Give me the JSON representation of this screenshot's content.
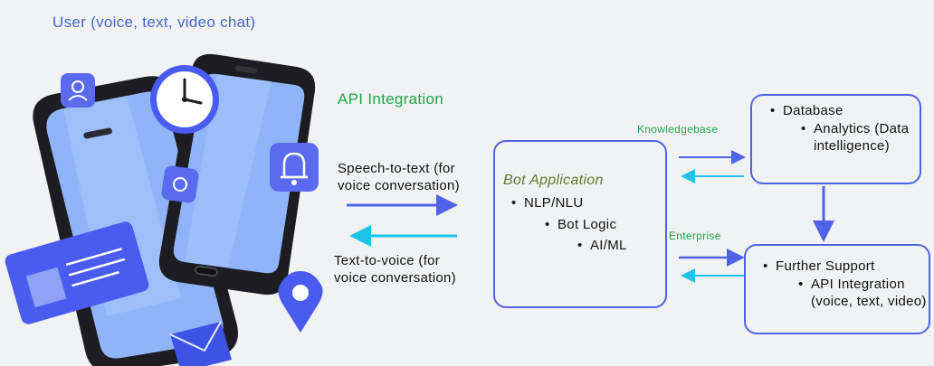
{
  "user_label": "User (voice, text, video chat)",
  "api_integration_title": "API Integration",
  "speech_to_text": "Speech-to-text (for voice conversation)",
  "text_to_voice": "Text-to-voice (for voice conversation)",
  "bot": {
    "title": "Bot Application",
    "items": [
      "NLP/NLU",
      "Bot Logic",
      "AI/ML"
    ]
  },
  "knowledgebase_label": "Knowledgebase",
  "enterprise_label": "Enterprise",
  "database_box": {
    "items": [
      "Database",
      "Analytics (Data intelligence)"
    ]
  },
  "support_box": {
    "items": [
      "Further Support",
      "API Integration (voice, text, video)"
    ]
  },
  "colors": {
    "box_border": "#4f63e8",
    "arrow_blue": "#4f63e8",
    "arrow_cyan": "#1ec3ea",
    "green": "#1aa84a",
    "user_label": "#4466cc",
    "bot_title": "#5a7a2c"
  },
  "icons": [
    "phone-back-icon",
    "phone-front-icon",
    "clock-icon",
    "user-icon",
    "bell-icon",
    "location-pin-icon",
    "envelope-icon",
    "id-card-icon",
    "small-circle-icon"
  ]
}
